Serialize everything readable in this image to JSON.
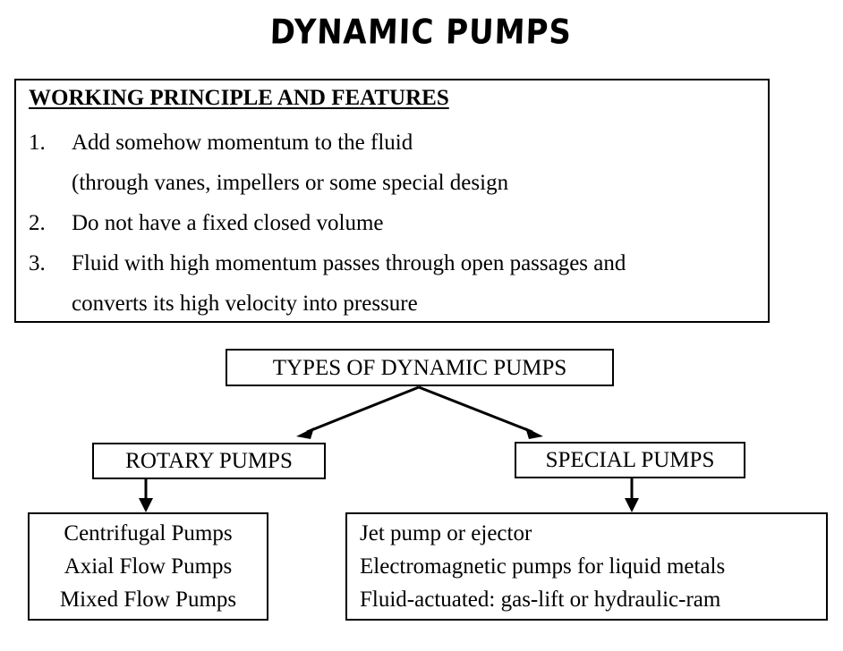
{
  "title": "DYNAMIC PUMPS",
  "principle": {
    "heading": "WORKING PRINCIPLE AND FEATURES",
    "items": [
      {
        "number": "1.",
        "lines": [
          "Add somehow momentum to the fluid",
          "(through vanes, impellers or some special design"
        ]
      },
      {
        "number": "2.",
        "lines": [
          "Do not have a fixed closed volume"
        ]
      },
      {
        "number": "3.",
        "lines": [
          "Fluid with high momentum passes through open passages and",
          "converts its high velocity into pressure"
        ]
      }
    ]
  },
  "flowchart": {
    "root_label": "TYPES OF DYNAMIC PUMPS",
    "branch_left_label": "ROTARY PUMPS",
    "branch_right_label": "SPECIAL PUMPS",
    "rotary_items": [
      "Centrifugal Pumps",
      "Axial Flow Pumps",
      "Mixed Flow Pumps"
    ],
    "special_items": [
      "Jet pump or ejector",
      "Electromagnetic pumps for liquid metals",
      "Fluid-actuated: gas-lift or hydraulic-ram"
    ]
  },
  "colors": {
    "ink": "#000000",
    "background": "#ffffff"
  }
}
